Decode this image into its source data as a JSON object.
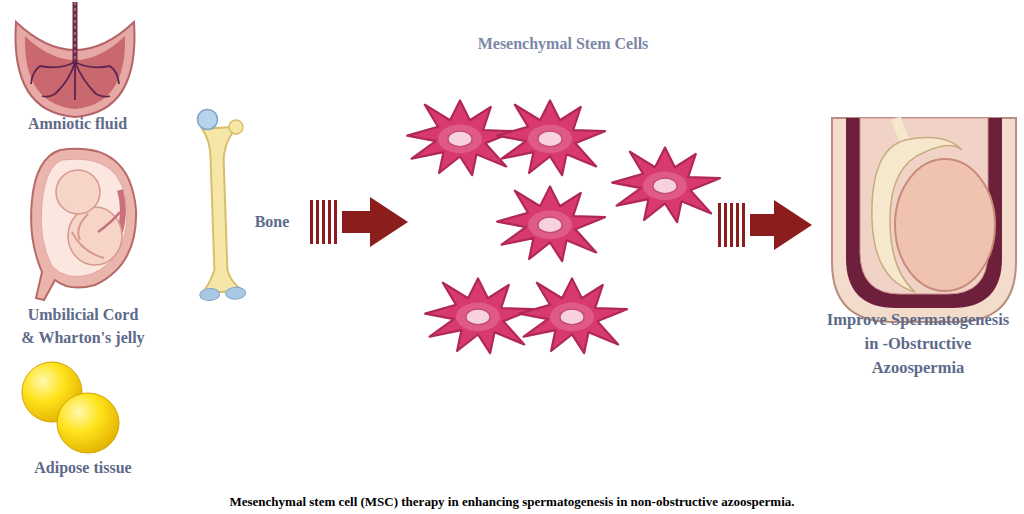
{
  "diagram": {
    "caption": "Mesenchymal stem cell (MSC) therapy in enhancing spermatogenesis in non-obstructive azoospermia.",
    "nodes": [
      {
        "text": [
          "Amniotic fluid"
        ]
      },
      {
        "text": [
          "Umbilicial Cord & Wharton's jelly"
        ]
      },
      {
        "text": [
          "Adipose tissue"
        ]
      },
      {
        "text": [
          "Bone"
        ]
      },
      {
        "text": [
          "Mesenchymal Stem Cells"
        ]
      },
      {
        "text": [
          "Improve Spermatogenesis in -Obstructive Azoospermia"
        ]
      }
    ],
    "edges": [
      {
        "from": 3,
        "to": 4,
        "arrow": "to"
      },
      {
        "from": 4,
        "to": 5,
        "arrow": "to"
      }
    ]
  }
}
